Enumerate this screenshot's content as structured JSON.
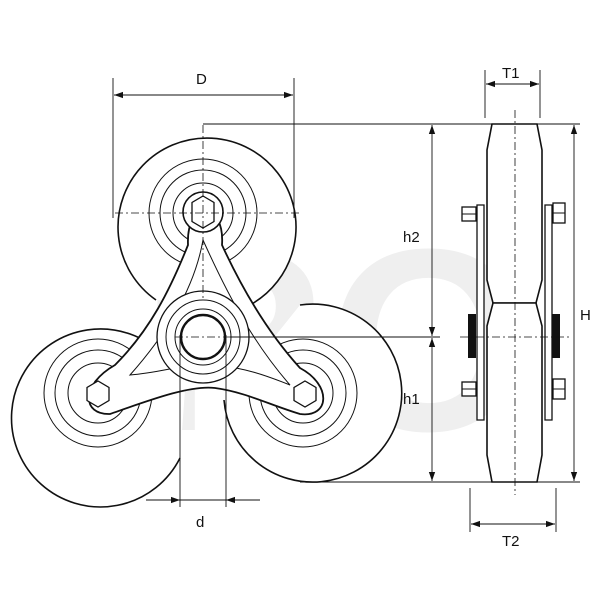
{
  "labels": {
    "D": "D",
    "d": "d",
    "h1": "h1",
    "h2": "h2",
    "H": "H",
    "T1": "T1",
    "T2": "T2"
  },
  "watermark": "RO",
  "colors": {
    "line": "#111111",
    "background": "#ffffff",
    "watermark": "#ededed"
  }
}
